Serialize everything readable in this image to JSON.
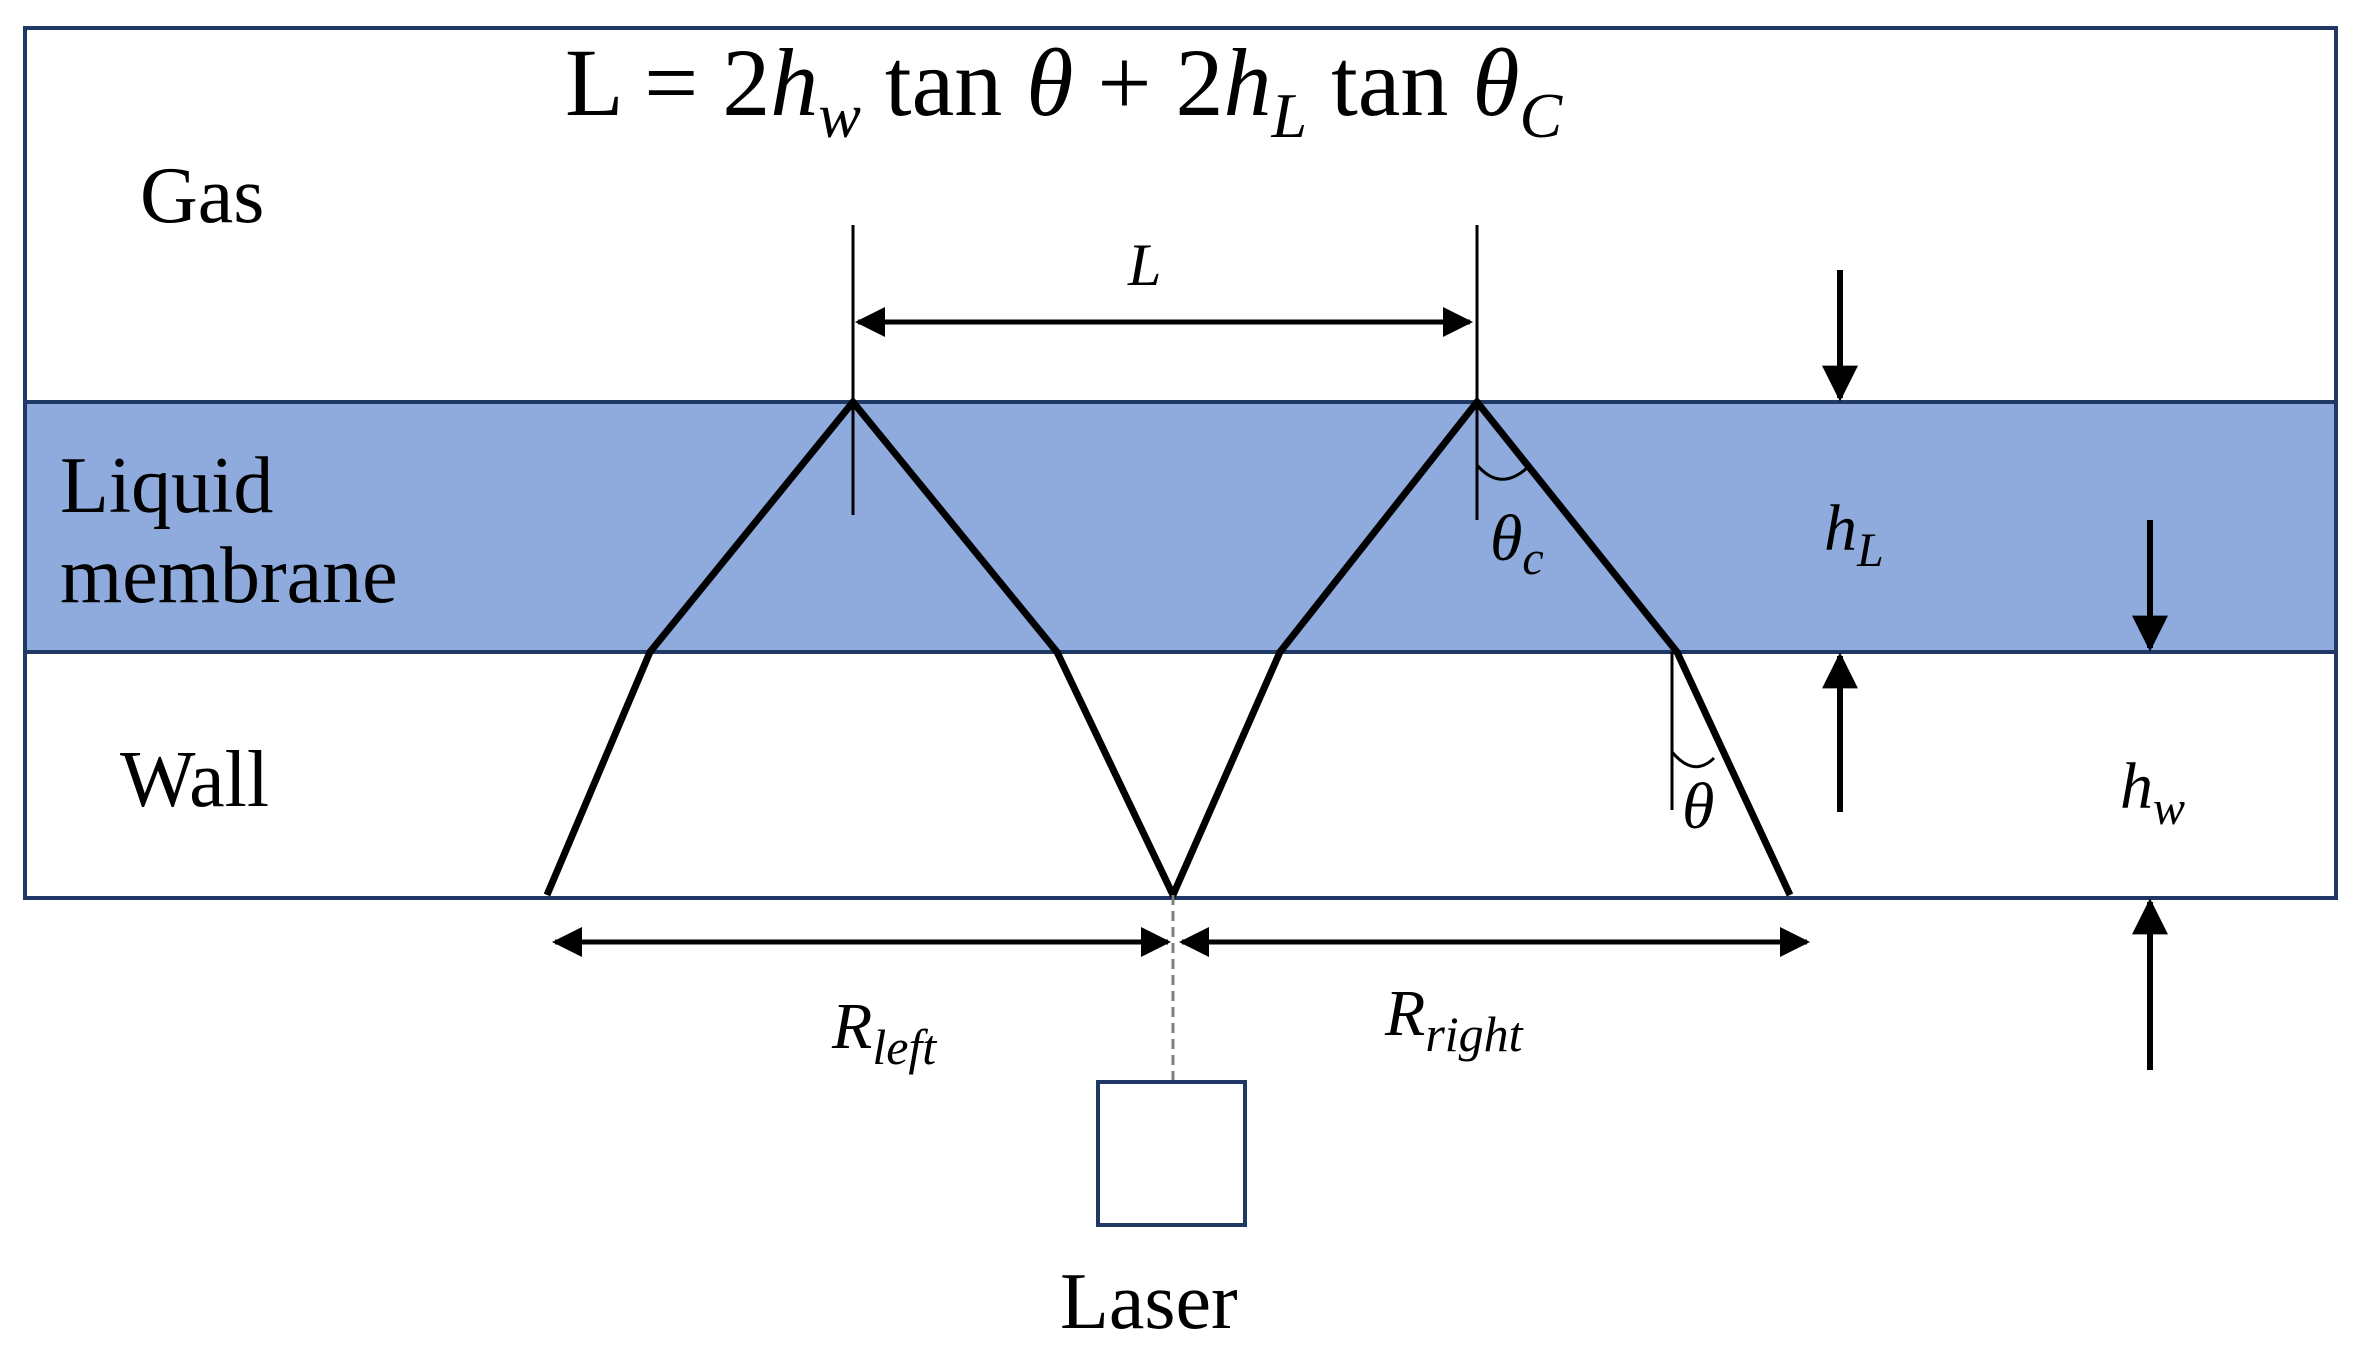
{
  "formula": {
    "lead": "L = 2",
    "h": "h",
    "sub_w": "w",
    "tan1": " tan ",
    "theta1": "θ",
    "plus": " + 2",
    "h2": "h",
    "sub_L": "L",
    "tan2": " tan ",
    "theta2": "θ",
    "sub_C": "C"
  },
  "regions": {
    "gas": "Gas",
    "liquid_line1": "Liquid",
    "liquid_line2": "membrane",
    "wall": "Wall"
  },
  "dimensions": {
    "L": "L",
    "hL_main": "h",
    "hL_sub": "L",
    "hw_main": "h",
    "hw_sub": "w",
    "theta_c_main": "θ",
    "theta_c_sub": "c",
    "theta": "θ",
    "R_left_main": "R",
    "R_left_sub": "left",
    "R_right_main": "R",
    "R_right_sub": "right"
  },
  "laser": {
    "label": "Laser"
  },
  "colors": {
    "membrane_fill": "#8faadc",
    "frame_stroke": "#1f3864",
    "ray_stroke": "#000000",
    "laser_dashed": "#7f7f7f"
  }
}
